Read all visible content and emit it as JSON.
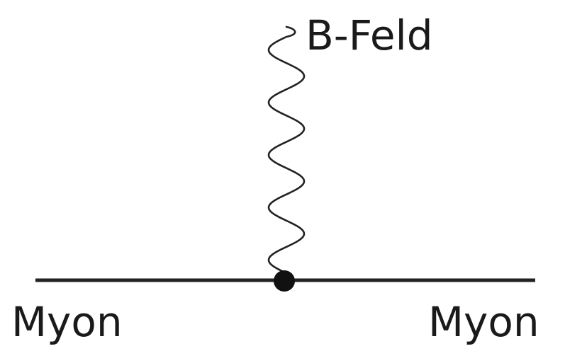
{
  "diagram": {
    "boson_label": "B-Feld",
    "incoming_label": "Myon",
    "outgoing_label": "Myon"
  }
}
